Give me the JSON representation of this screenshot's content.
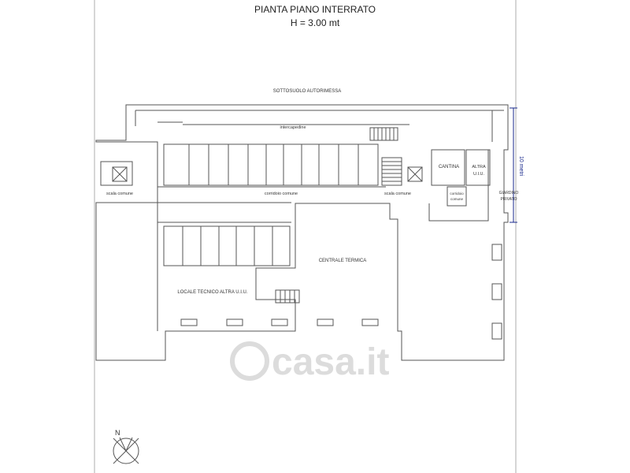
{
  "title": "PIANTA PIANO INTERRATO",
  "subtitle": "H = 3.00 mt",
  "rooms": {
    "sottosuolo": "SOTTOSUOLO AUTORIMESSA",
    "intercapedine": "intercapedine",
    "scala_comune_left": "scala comune",
    "corridoio_comune": "corridoio comune",
    "scala_comune_right": "scala comune",
    "cantina": "CANTINA",
    "altra_uiu_1": "ALTRA",
    "altra_uiu_2": "U.I.U.",
    "corridoio_comune_small_1": "corridoio",
    "corridoio_comune_small_2": "comune",
    "giardino_1": "GIARDINO",
    "giardino_2": "PRIVATO",
    "centrale_termica": "CENTRALE TERMICA",
    "locale_tecnico": "LOCALE TECNICO ALTRA U.I.U."
  },
  "dimension": "10 metri",
  "compass": "N",
  "watermark": "casa.it",
  "colors": {
    "line": "#555555",
    "dimension": "#1a2a8c",
    "watermark": "#d9d9d9"
  }
}
